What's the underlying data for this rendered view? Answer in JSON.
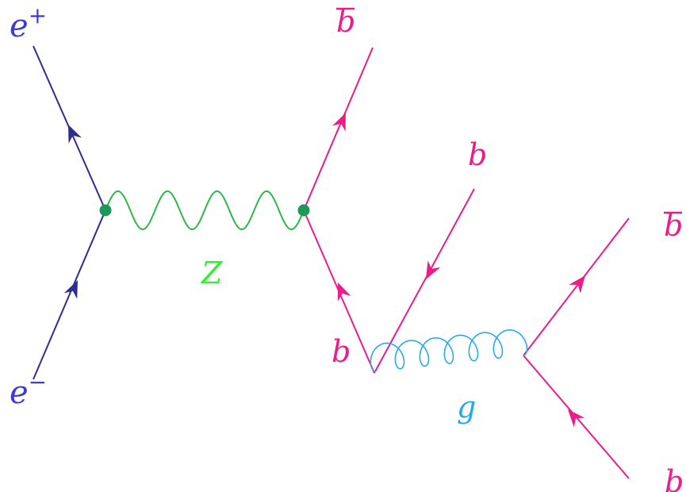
{
  "colors": {
    "electron": "#2e2e8c",
    "electron_label": "#3a3ae0",
    "quark": "#ee1b8a",
    "z_boson": "#2db84a",
    "z_label": "#33ee33",
    "vertex": "#1a9a55",
    "gluon": "#2aa8ee"
  },
  "labels": {
    "e_plus": {
      "base": "e",
      "sup": "+"
    },
    "e_minus": {
      "base": "e",
      "sup": "−"
    },
    "z": "Z",
    "g": "g",
    "bbar_top": "b",
    "b_mid": "b",
    "b_left": "b",
    "bbar_right": "b",
    "b_bottom": "b"
  }
}
